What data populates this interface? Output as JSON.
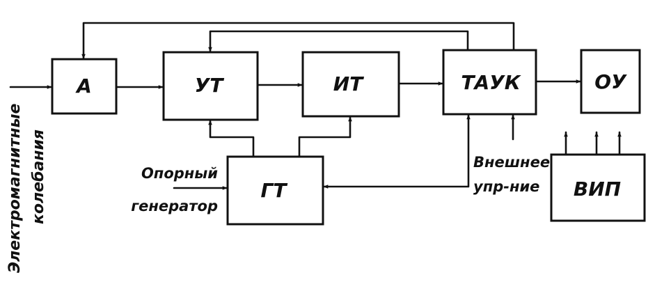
{
  "blocks": {
    "a": "А",
    "ut": "УТ",
    "it": "ИТ",
    "tauk": "ТАУК",
    "ou": "ОУ",
    "gt": "ГТ",
    "vip": "ВИП"
  },
  "labels": {
    "em_line1": "Электромагнитные",
    "em_line2": "колебания",
    "ref_line1": "Опорный",
    "ref_line2": "генератор",
    "ext_line1": "Внешнее",
    "ext_line2": "упр-ние"
  },
  "colors": {
    "ink": "#111111",
    "paper": "#ffffff"
  }
}
